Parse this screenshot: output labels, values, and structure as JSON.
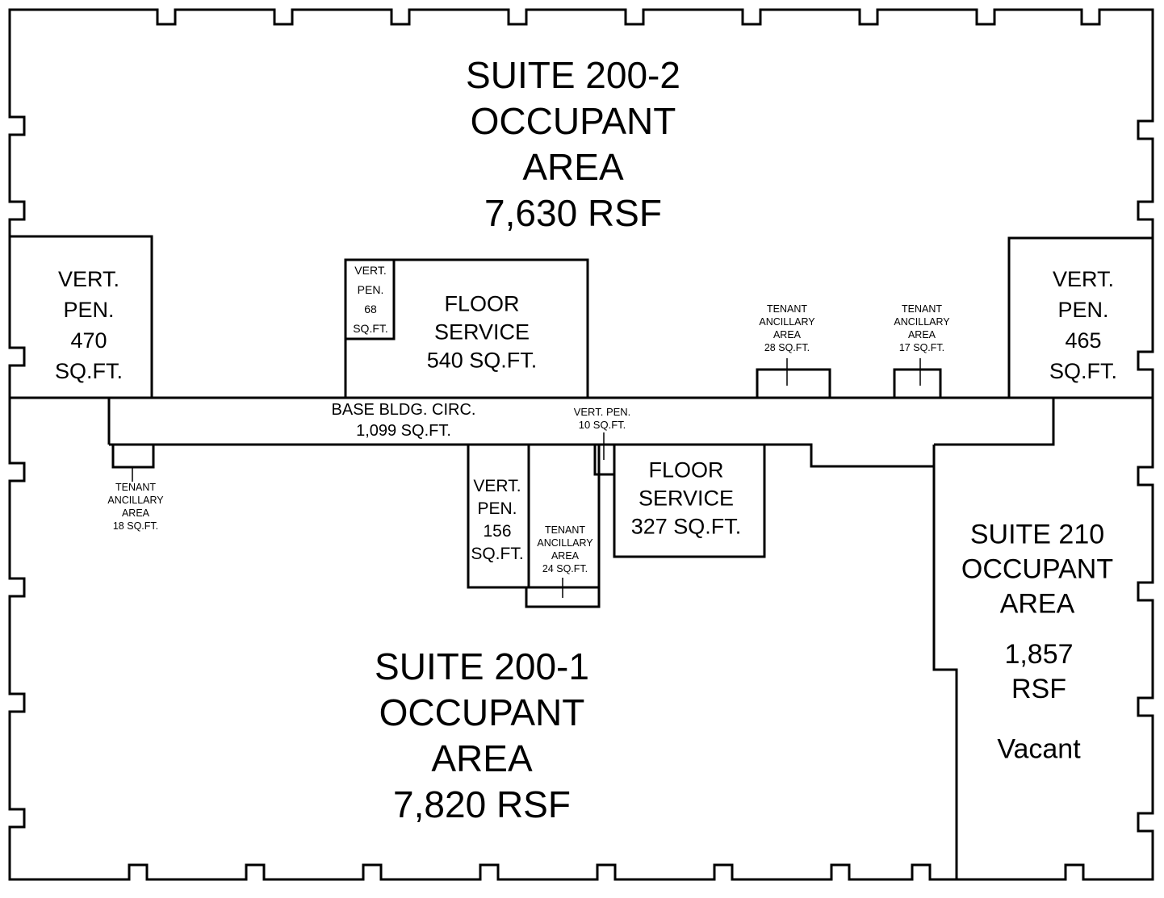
{
  "suites": {
    "suite_200_2": {
      "label": "SUITE 200-2\nOCCUPANT\nAREA\n7,630 RSF"
    },
    "suite_200_1": {
      "label": "SUITE 200-1\nOCCUPANT\nAREA\n7,820 RSF"
    },
    "suite_210": {
      "title": "SUITE 210\nOCCUPANT\nAREA",
      "rsf": "1,857 RSF",
      "status": "Vacant"
    }
  },
  "rooms": {
    "vert_pen_470": {
      "label": "VERT.\nPEN.\n470\nSQ.FT."
    },
    "vert_pen_465": {
      "label": "VERT.\nPEN.\n465\nSQ.FT."
    },
    "vert_pen_68": {
      "label": "VERT.\nPEN.\n68\nSQ.FT."
    },
    "vert_pen_156": {
      "label": "VERT.\nPEN.\n156\nSQ.FT."
    },
    "vert_pen_10": {
      "label": "VERT. PEN.\n10 SQ.FT."
    },
    "floor_service_540": {
      "label": "FLOOR\nSERVICE\n540 SQ.FT."
    },
    "floor_service_327": {
      "label": "FLOOR\nSERVICE\n327 SQ.FT."
    },
    "base_bldg_circ": {
      "label": "BASE BLDG. CIRC.\n1,099 SQ.FT."
    }
  },
  "ancillary": {
    "ta_28": {
      "label": "TENANT\nANCILLARY\nAREA\n28 SQ.FT."
    },
    "ta_17": {
      "label": "TENANT\nANCILLARY\nAREA\n17 SQ.FT."
    },
    "ta_18": {
      "label": "TENANT\nANCILLARY\nAREA\n18 SQ.FT."
    },
    "ta_24": {
      "label": "TENANT\nANCILLARY\nAREA\n24 SQ.FT."
    }
  },
  "colors": {
    "wall": "#000000",
    "background": "#ffffff"
  }
}
